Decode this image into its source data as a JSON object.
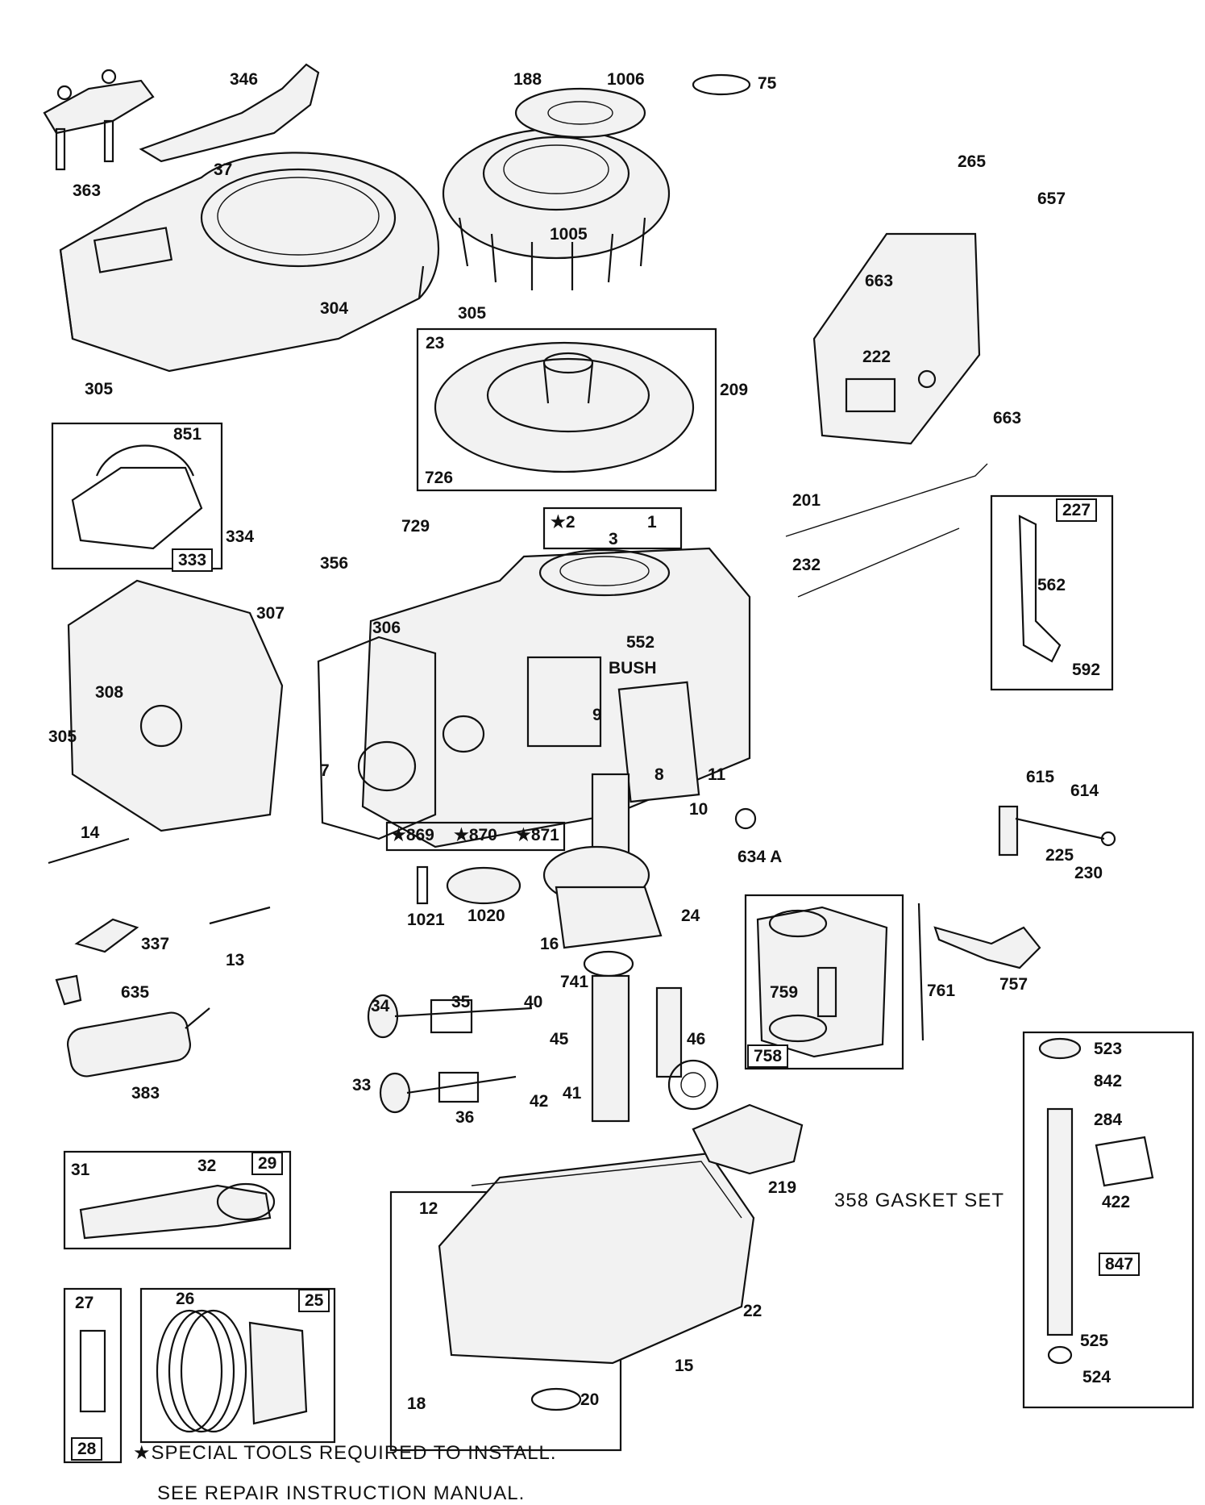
{
  "labels": [
    {
      "id": "p346",
      "text": "346"
    },
    {
      "id": "p363",
      "text": "363"
    },
    {
      "id": "p37",
      "text": "37"
    },
    {
      "id": "p188",
      "text": "188"
    },
    {
      "id": "p1006",
      "text": "1006"
    },
    {
      "id": "p75",
      "text": "75"
    },
    {
      "id": "p1005",
      "text": "1005"
    },
    {
      "id": "p265",
      "text": "265"
    },
    {
      "id": "p657",
      "text": "657"
    },
    {
      "id": "p304",
      "text": "304"
    },
    {
      "id": "p305a",
      "text": "305"
    },
    {
      "id": "p305b",
      "text": "305"
    },
    {
      "id": "p663a",
      "text": "663"
    },
    {
      "id": "p222",
      "text": "222"
    },
    {
      "id": "p663b",
      "text": "663"
    },
    {
      "id": "p23",
      "text": "23"
    },
    {
      "id": "p209",
      "text": "209"
    },
    {
      "id": "p726",
      "text": "726"
    },
    {
      "id": "p851",
      "text": "851"
    },
    {
      "id": "p334",
      "text": "334"
    },
    {
      "id": "p333",
      "text": "333"
    },
    {
      "id": "p201",
      "text": "201"
    },
    {
      "id": "p232",
      "text": "232"
    },
    {
      "id": "p227",
      "text": "227"
    },
    {
      "id": "p562",
      "text": "562"
    },
    {
      "id": "p592",
      "text": "592"
    },
    {
      "id": "p729",
      "text": "729"
    },
    {
      "id": "p356",
      "text": "356"
    },
    {
      "id": "p2",
      "text": "★2"
    },
    {
      "id": "p1",
      "text": "1"
    },
    {
      "id": "p3",
      "text": "3"
    },
    {
      "id": "p307",
      "text": "307"
    },
    {
      "id": "p306",
      "text": "306"
    },
    {
      "id": "p552",
      "text": "552"
    },
    {
      "id": "pbush",
      "text": "BUSH"
    },
    {
      "id": "p308",
      "text": "308"
    },
    {
      "id": "p305c",
      "text": "305"
    },
    {
      "id": "p9",
      "text": "9"
    },
    {
      "id": "p7",
      "text": "7"
    },
    {
      "id": "p8",
      "text": "8"
    },
    {
      "id": "p11",
      "text": "11"
    },
    {
      "id": "p10",
      "text": "10"
    },
    {
      "id": "p869",
      "text": "★869"
    },
    {
      "id": "p870",
      "text": "★870"
    },
    {
      "id": "p871",
      "text": "★871"
    },
    {
      "id": "p14",
      "text": "14"
    },
    {
      "id": "p634a",
      "text": "634 A"
    },
    {
      "id": "p615",
      "text": "615"
    },
    {
      "id": "p614",
      "text": "614"
    },
    {
      "id": "p225",
      "text": "225"
    },
    {
      "id": "p230",
      "text": "230"
    },
    {
      "id": "p1021",
      "text": "1021"
    },
    {
      "id": "p1020",
      "text": "1020"
    },
    {
      "id": "p24",
      "text": "24"
    },
    {
      "id": "p16",
      "text": "16"
    },
    {
      "id": "p337",
      "text": "337"
    },
    {
      "id": "p13",
      "text": "13"
    },
    {
      "id": "p759",
      "text": "759"
    },
    {
      "id": "p761",
      "text": "761"
    },
    {
      "id": "p757",
      "text": "757"
    },
    {
      "id": "p741",
      "text": "741"
    },
    {
      "id": "p635",
      "text": "635"
    },
    {
      "id": "p34",
      "text": "34"
    },
    {
      "id": "p35",
      "text": "35"
    },
    {
      "id": "p40",
      "text": "40"
    },
    {
      "id": "p45",
      "text": "45"
    },
    {
      "id": "p46",
      "text": "46"
    },
    {
      "id": "p758",
      "text": "758"
    },
    {
      "id": "p523",
      "text": "523"
    },
    {
      "id": "p842",
      "text": "842"
    },
    {
      "id": "p383",
      "text": "383"
    },
    {
      "id": "p33",
      "text": "33"
    },
    {
      "id": "p42",
      "text": "42"
    },
    {
      "id": "p41",
      "text": "41"
    },
    {
      "id": "p36",
      "text": "36"
    },
    {
      "id": "p284",
      "text": "284"
    },
    {
      "id": "p219",
      "text": "219"
    },
    {
      "id": "p422",
      "text": "422"
    },
    {
      "id": "p31",
      "text": "31"
    },
    {
      "id": "p32",
      "text": "32"
    },
    {
      "id": "p29",
      "text": "29"
    },
    {
      "id": "p12",
      "text": "12"
    },
    {
      "id": "p847",
      "text": "847"
    },
    {
      "id": "p27",
      "text": "27"
    },
    {
      "id": "p26",
      "text": "26"
    },
    {
      "id": "p25",
      "text": "25"
    },
    {
      "id": "p22",
      "text": "22"
    },
    {
      "id": "p525",
      "text": "525"
    },
    {
      "id": "p15",
      "text": "15"
    },
    {
      "id": "p524",
      "text": "524"
    },
    {
      "id": "p18",
      "text": "18"
    },
    {
      "id": "p20",
      "text": "20"
    },
    {
      "id": "p28",
      "text": "28"
    }
  ],
  "gasket_set": "358 GASKET SET",
  "footnote": {
    "line1": "★SPECIAL TOOLS REQUIRED TO INSTALL.",
    "line2": "SEE REPAIR INSTRUCTION MANUAL."
  }
}
